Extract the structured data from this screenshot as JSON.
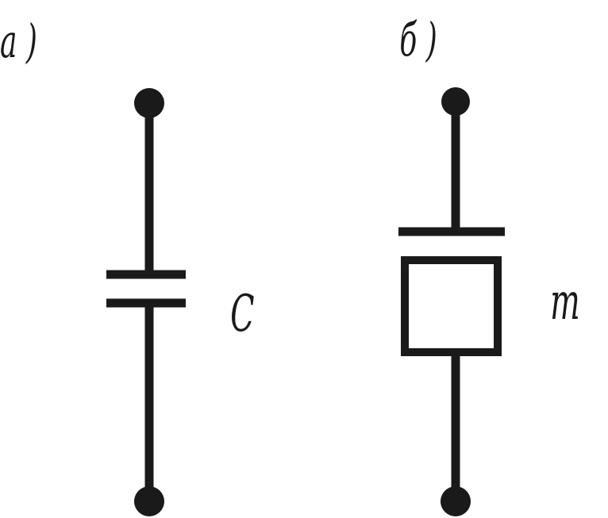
{
  "panels": {
    "a": {
      "label": "а )",
      "symbol_label": "C"
    },
    "b": {
      "label": "б )",
      "symbol_label": "m"
    }
  },
  "colors": {
    "ink": "#1a1a1a",
    "background": "#ffffff"
  }
}
